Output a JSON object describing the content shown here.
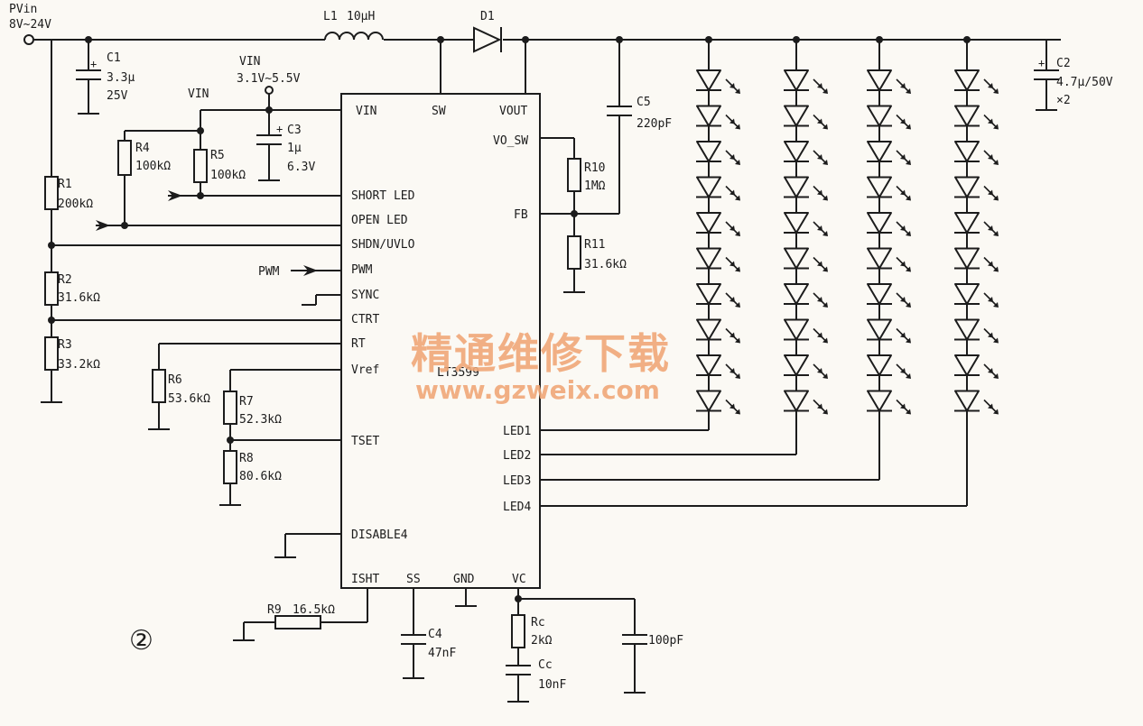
{
  "input": {
    "name": "PVin",
    "range": "8V~24V"
  },
  "vin_supply": {
    "name": "VIN",
    "range": "3.1V~5.5V"
  },
  "vin_label_2": "VIN",
  "ic": {
    "name": "LT3599",
    "pins": {
      "vin": "VIN",
      "sw": "SW",
      "vout": "VOUT",
      "vo_sw": "VO_SW",
      "fb": "FB",
      "short_led": "SHORT LED",
      "open_led": "OPEN LED",
      "shdn": "SHDN/UVLO",
      "pwm": "PWM",
      "sync": "SYNC",
      "ctrt": "CTRT",
      "rt": "RT",
      "vref": "Vref",
      "tset": "TSET",
      "disable4": "DISABLE4",
      "isht": "ISHT",
      "ss": "SS",
      "gnd": "GND",
      "vc": "VC",
      "led1": "LED1",
      "led2": "LED2",
      "led3": "LED3",
      "led4": "LED4"
    }
  },
  "pwm_input": "PWM",
  "components": {
    "L1": {
      "name": "L1",
      "value": "10μH"
    },
    "D1": {
      "name": "D1"
    },
    "C1": {
      "name": "C1",
      "value": "3.3μ",
      "rating": "25V"
    },
    "C2": {
      "name": "C2",
      "value": "4.7μ/50V",
      "count": "×2"
    },
    "C3": {
      "name": "C3",
      "value": "1μ",
      "rating": "6.3V"
    },
    "C4": {
      "name": "C4",
      "value": "47nF"
    },
    "C5": {
      "name": "C5",
      "value": "220pF"
    },
    "Cvc": {
      "value": "100pF"
    },
    "R1": {
      "name": "R1",
      "value": "200kΩ"
    },
    "R2": {
      "name": "R2",
      "value": "31.6kΩ"
    },
    "R3": {
      "name": "R3",
      "value": "33.2kΩ"
    },
    "R4": {
      "name": "R4",
      "value": "100kΩ"
    },
    "R5": {
      "name": "R5",
      "value": "100kΩ"
    },
    "R6": {
      "name": "R6",
      "value": "53.6kΩ"
    },
    "R7": {
      "name": "R7",
      "value": "52.3kΩ"
    },
    "R8": {
      "name": "R8",
      "value": "80.6kΩ"
    },
    "R9": {
      "name": "R9",
      "value": "16.5kΩ"
    },
    "R10": {
      "name": "R10",
      "value": "1MΩ"
    },
    "R11": {
      "name": "R11",
      "value": "31.6kΩ"
    },
    "Rc": {
      "name": "Rc",
      "value": "2kΩ"
    },
    "Cc": {
      "name": "Cc",
      "value": "10nF"
    }
  },
  "led_strings": {
    "count": 4,
    "leds_per_string": 10
  },
  "figure_number": "②",
  "watermark": {
    "title": "精通维修下载",
    "url": "www.gzweix.com"
  },
  "colors": {
    "ink": "#1c1c1c",
    "paper": "#fbf9f4",
    "watermark": "#f0a878"
  }
}
